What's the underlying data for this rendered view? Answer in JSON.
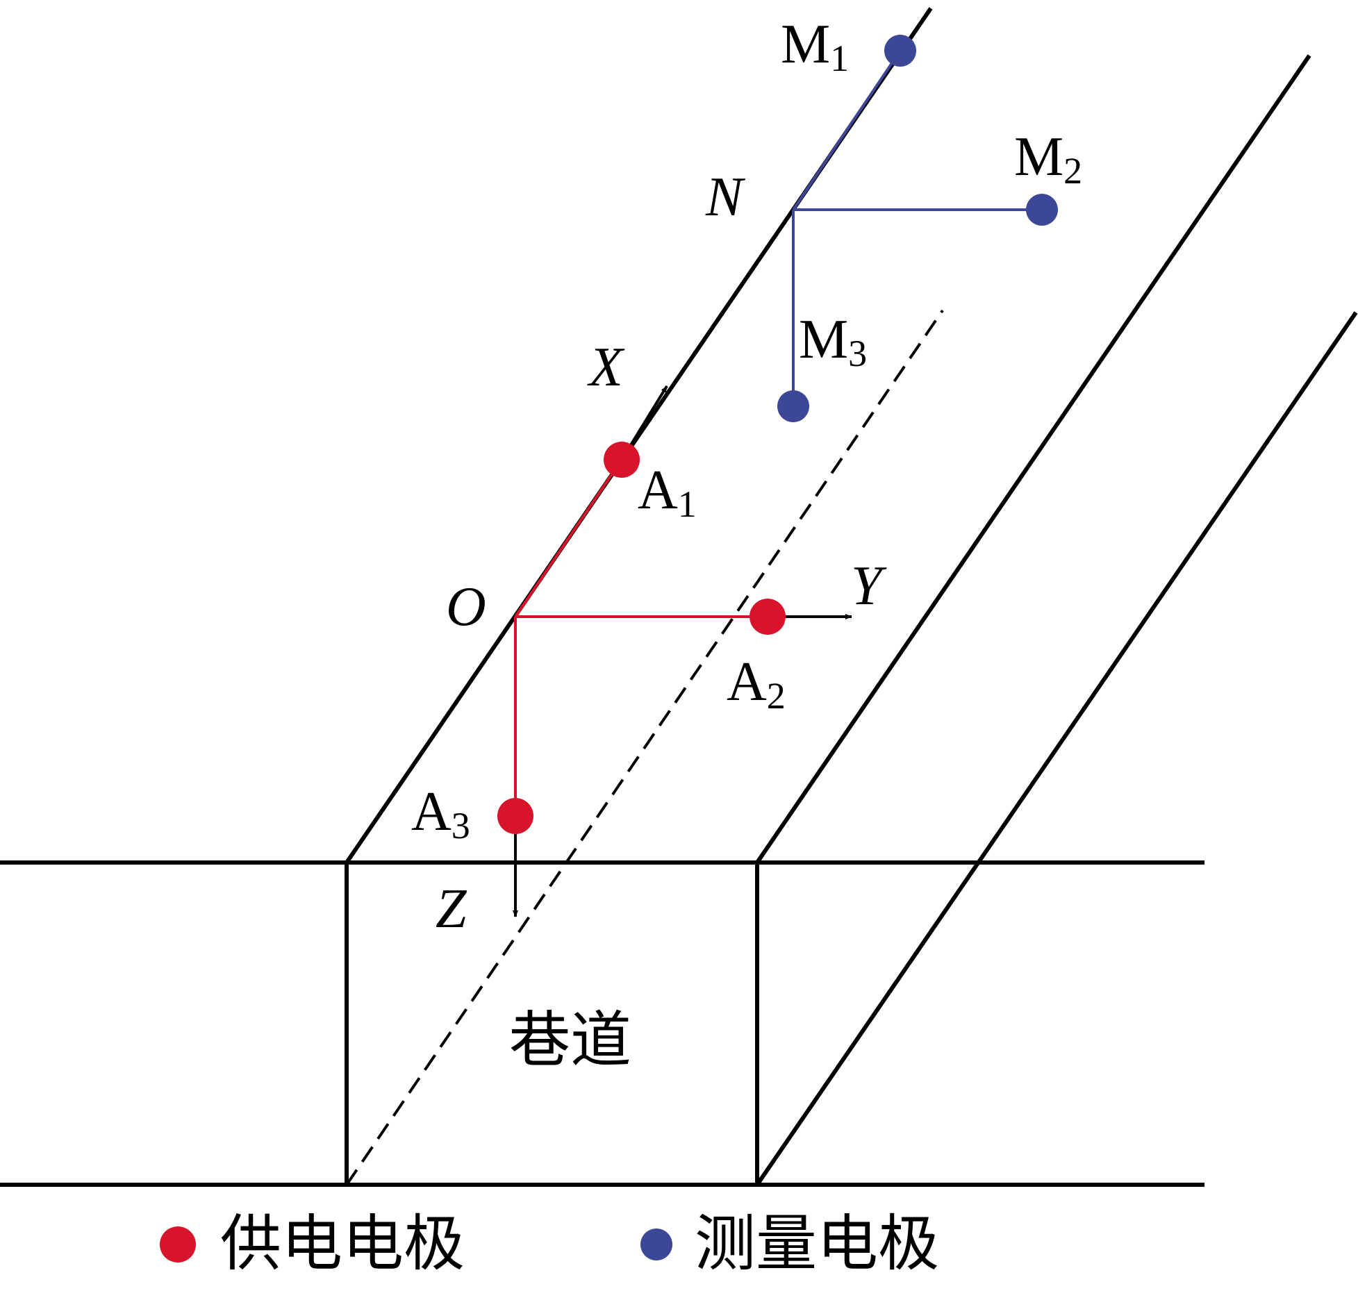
{
  "colors": {
    "supply": "#d7142b",
    "measure": "#3d4797",
    "line": "#000000"
  },
  "axes": {
    "origin": "O",
    "x": "X",
    "y": "Y",
    "z": "Z",
    "n": "N"
  },
  "supply_electrodes": [
    {
      "letter": "A",
      "sub": "1"
    },
    {
      "letter": "A",
      "sub": "2"
    },
    {
      "letter": "A",
      "sub": "3"
    }
  ],
  "measure_electrodes": [
    {
      "letter": "M",
      "sub": "1"
    },
    {
      "letter": "M",
      "sub": "2"
    },
    {
      "letter": "M",
      "sub": "3"
    }
  ],
  "tunnel_label": "巷道",
  "legend": {
    "supply_label": "供电电极",
    "measure_label": "测量电极"
  }
}
